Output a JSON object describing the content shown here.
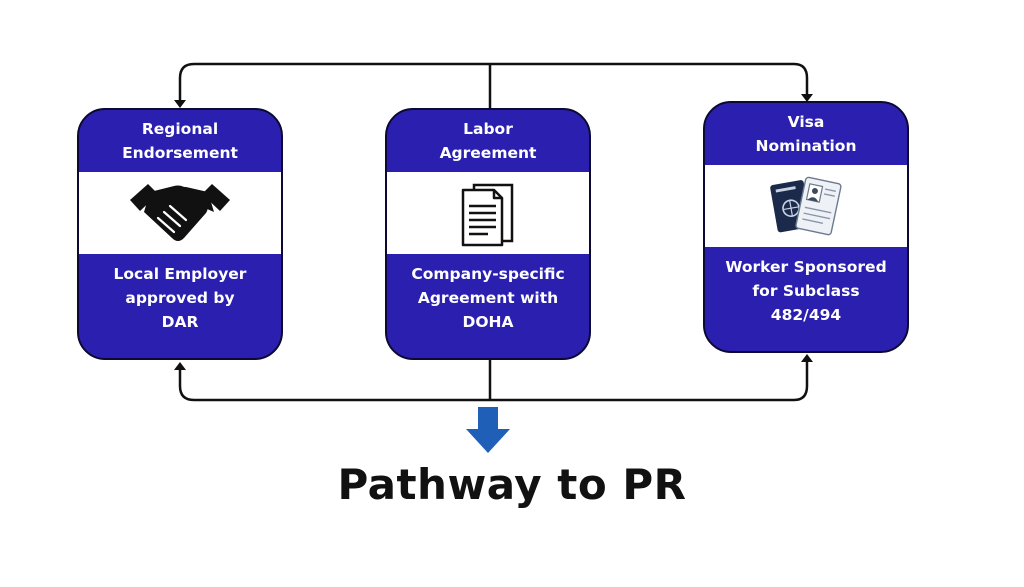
{
  "accent_color": "#2b1fb0",
  "arrow_color": "#1f5fb8",
  "steps": [
    {
      "title": "Regional\nEndorsement",
      "icon": "handshake-icon",
      "description": "Local Employer\napproved by\nDAR"
    },
    {
      "title": "Labor\nAgreement",
      "icon": "document-icon",
      "description": "Company-specific\nAgreement with\nDOHA"
    },
    {
      "title": "Visa\nNomination",
      "icon": "passport-icon",
      "description": "Worker Sponsored\nfor Subclass\n482/494"
    }
  ],
  "outcome": {
    "icon": "arrow-down-icon",
    "label": "Pathway to PR"
  }
}
